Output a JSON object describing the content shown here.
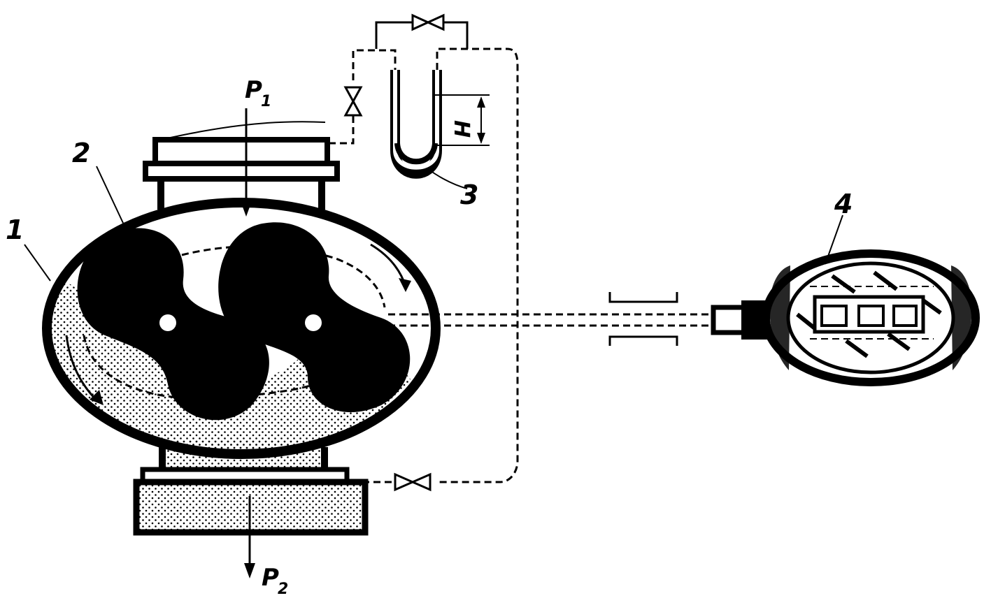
{
  "labels": {
    "casing": "1",
    "rotors": "2",
    "manometer": "3",
    "counter": "4",
    "inlet_pressure": "P",
    "inlet_pressure_sub": "1",
    "outlet_pressure": "P",
    "outlet_pressure_sub": "2",
    "height": "H"
  },
  "colors": {
    "ink": "#000000",
    "paper": "#ffffff"
  }
}
